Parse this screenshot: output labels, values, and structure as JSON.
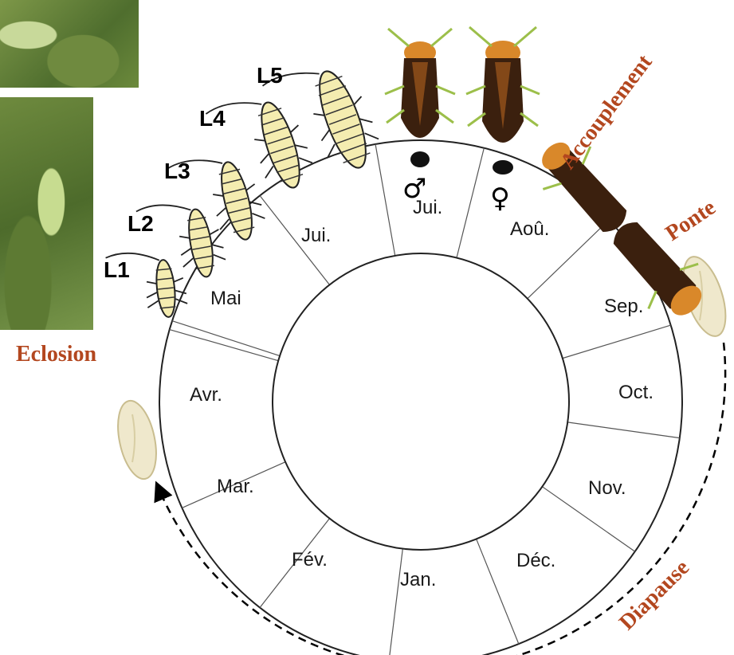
{
  "months": [
    {
      "key": "mai",
      "label": "Mai"
    },
    {
      "key": "jui1",
      "label": "Jui."
    },
    {
      "key": "jui2",
      "label": "Jui."
    },
    {
      "key": "aou",
      "label": "Aoû."
    },
    {
      "key": "sep",
      "label": "Sep."
    },
    {
      "key": "oct",
      "label": "Oct."
    },
    {
      "key": "nov",
      "label": "Nov."
    },
    {
      "key": "dec",
      "label": "Déc."
    },
    {
      "key": "jan",
      "label": "Jan."
    },
    {
      "key": "fev",
      "label": "Fév."
    },
    {
      "key": "mar",
      "label": "Mar."
    },
    {
      "key": "avr",
      "label": "Avr."
    }
  ],
  "stages": [
    "L1",
    "L2",
    "L3",
    "L4",
    "L5"
  ],
  "sexes": {
    "male": "♂",
    "female": "♀"
  },
  "events": {
    "eclosion": "Eclosion",
    "accouplement": "Accouplement",
    "ponte": "Ponte",
    "diapause": "Diapause"
  },
  "colors": {
    "event_text": "#b3471f",
    "nymph_fill": "#f4ecb0",
    "adult_body": "#3b200e",
    "adult_orange": "#d9882a",
    "egg": "#efe8cc"
  }
}
